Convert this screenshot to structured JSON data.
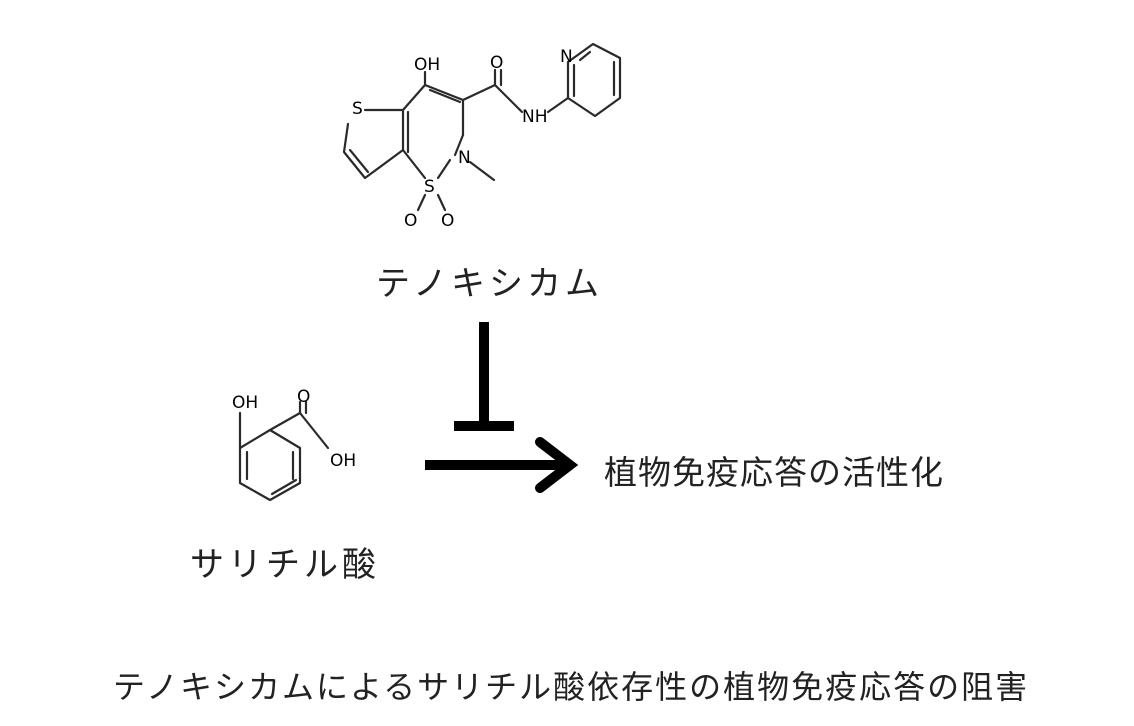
{
  "tenoxicam": {
    "name": "テノキシカム",
    "atoms": {
      "oh": "OH",
      "o_carbonyl": "O",
      "n_pyridine": "N",
      "nh": "NH",
      "s_ring": "S",
      "s_sulfonyl": "S",
      "n_ring": "N",
      "o1": "O",
      "o2": "O"
    }
  },
  "salicylic_acid": {
    "name": "サリチル酸",
    "atoms": {
      "oh": "OH",
      "o_carbonyl": "O",
      "oh_acid": "OH"
    }
  },
  "result_label": "植物免疫応答の活性化",
  "caption": "テノキシカムによるサリチル酸依存性の植物免疫応答の阻害"
}
